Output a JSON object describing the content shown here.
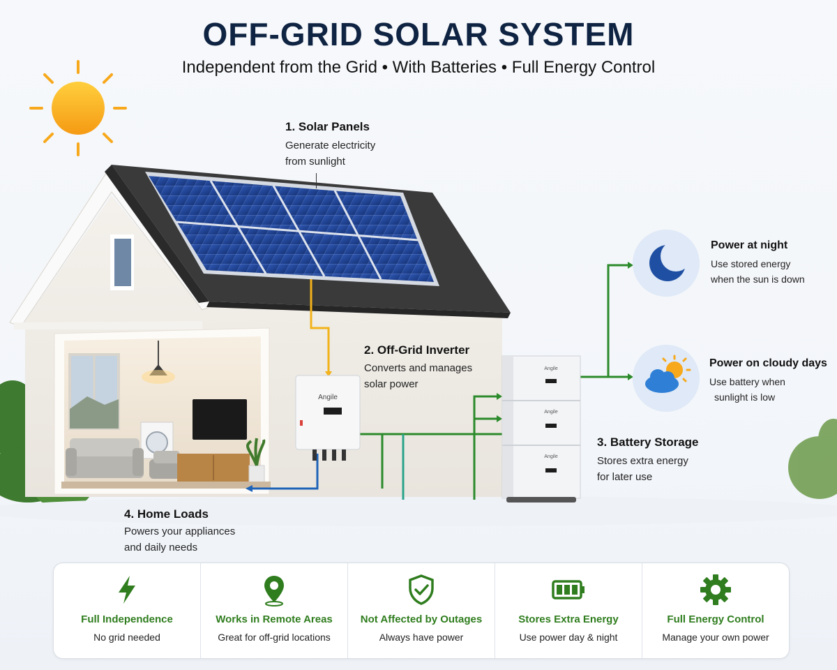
{
  "title": "OFF-GRID SOLAR SYSTEM",
  "subtitle": "Independent from the Grid • With Batteries • Full Energy Control",
  "brand": "Angile",
  "callouts": {
    "panels": {
      "heading": "1. Solar Panels",
      "lines": [
        "Generate electricity",
        "from sunlight"
      ]
    },
    "inverter": {
      "heading": "2. Off-Grid Inverter",
      "lines": [
        "Converts and manages",
        "solar power"
      ]
    },
    "battery": {
      "heading": "3. Battery Storage",
      "lines": [
        "Stores extra energy",
        "for later use"
      ]
    },
    "loads": {
      "heading": "4. Home Loads",
      "lines": [
        "Powers your appliances",
        "and daily needs"
      ]
    },
    "night": {
      "heading": "Power at night",
      "lines": [
        "Use stored energy",
        "when the sun is down"
      ]
    },
    "cloudy": {
      "heading": "Power on cloudy days",
      "lines": [
        "Use battery when",
        "sunlight is low"
      ]
    }
  },
  "benefits": [
    {
      "icon": "lightning-icon",
      "title": "Full Independence",
      "subtitle": "No grid needed"
    },
    {
      "icon": "location-pin-icon",
      "title": "Works in Remote Areas",
      "subtitle": "Great for off-grid locations"
    },
    {
      "icon": "shield-check-icon",
      "title": "Not Affected by Outages",
      "subtitle": "Always have power"
    },
    {
      "icon": "battery-icon",
      "title": "Stores Extra Energy",
      "subtitle": "Use power day & night"
    },
    {
      "icon": "gear-icon",
      "title": "Full Energy Control",
      "subtitle": "Manage your own power"
    }
  ],
  "colors": {
    "title": "#0f2342",
    "accent_green": "#2f7d1e",
    "solar_line": "#f2b21a",
    "load_line": "#1e63b8",
    "battery_line": "#2b8a2b",
    "sun": "#f7a81b",
    "panel": "#1b3f8f",
    "roof": "#3b3b3b"
  }
}
